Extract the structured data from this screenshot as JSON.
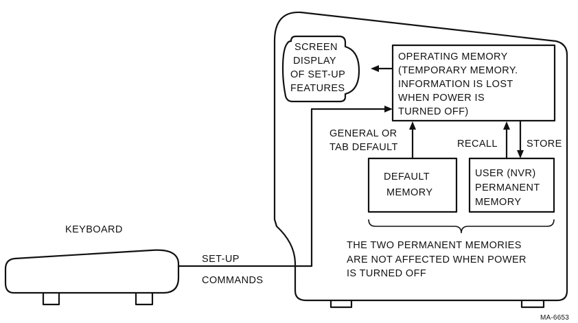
{
  "labels": {
    "screen_display": [
      "SCREEN",
      "DISPLAY",
      "OF SET-UP",
      "FEATURES"
    ],
    "operating_memory": [
      "OPERATING MEMORY",
      "(TEMPORARY MEMORY.",
      "INFORMATION IS LOST",
      "WHEN POWER IS",
      "TURNED OFF)"
    ],
    "general_default": [
      "GENERAL OR",
      "TAB DEFAULT"
    ],
    "recall": "RECALL",
    "store": "STORE",
    "default_memory": [
      "DEFAULT",
      "MEMORY"
    ],
    "user_memory": [
      "USER (NVR)",
      "PERMANENT",
      "MEMORY"
    ],
    "note": [
      "THE TWO PERMANENT MEMORIES",
      "ARE NOT AFFECTED WHEN POWER",
      "IS TURNED OFF"
    ],
    "keyboard": "KEYBOARD",
    "setup": "SET-UP",
    "commands": "COMMANDS",
    "figure_id": "MA-6653"
  }
}
